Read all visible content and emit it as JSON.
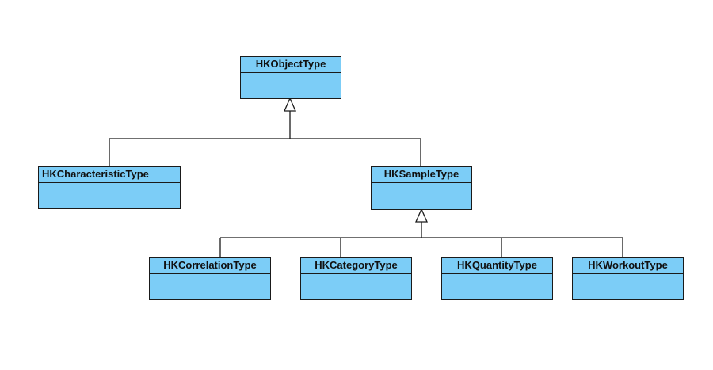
{
  "diagram": {
    "type": "uml-class-hierarchy",
    "relationship": "generalization",
    "classes": {
      "root": "HKObjectType",
      "characteristic": "HKCharacteristicType",
      "sample": "HKSampleType",
      "correlation": "HKCorrelationType",
      "category": "HKCategoryType",
      "quantity": "HKQuantityType",
      "workout": "HKWorkoutType"
    },
    "edges": [
      {
        "from": "HKCharacteristicType",
        "to": "HKObjectType"
      },
      {
        "from": "HKSampleType",
        "to": "HKObjectType"
      },
      {
        "from": "HKCorrelationType",
        "to": "HKSampleType"
      },
      {
        "from": "HKCategoryType",
        "to": "HKSampleType"
      },
      {
        "from": "HKQuantityType",
        "to": "HKSampleType"
      },
      {
        "from": "HKWorkoutType",
        "to": "HKSampleType"
      }
    ],
    "colors": {
      "box_fill": "#7ccdf7",
      "border": "#1a1a1a",
      "background": "#ffffff"
    }
  }
}
